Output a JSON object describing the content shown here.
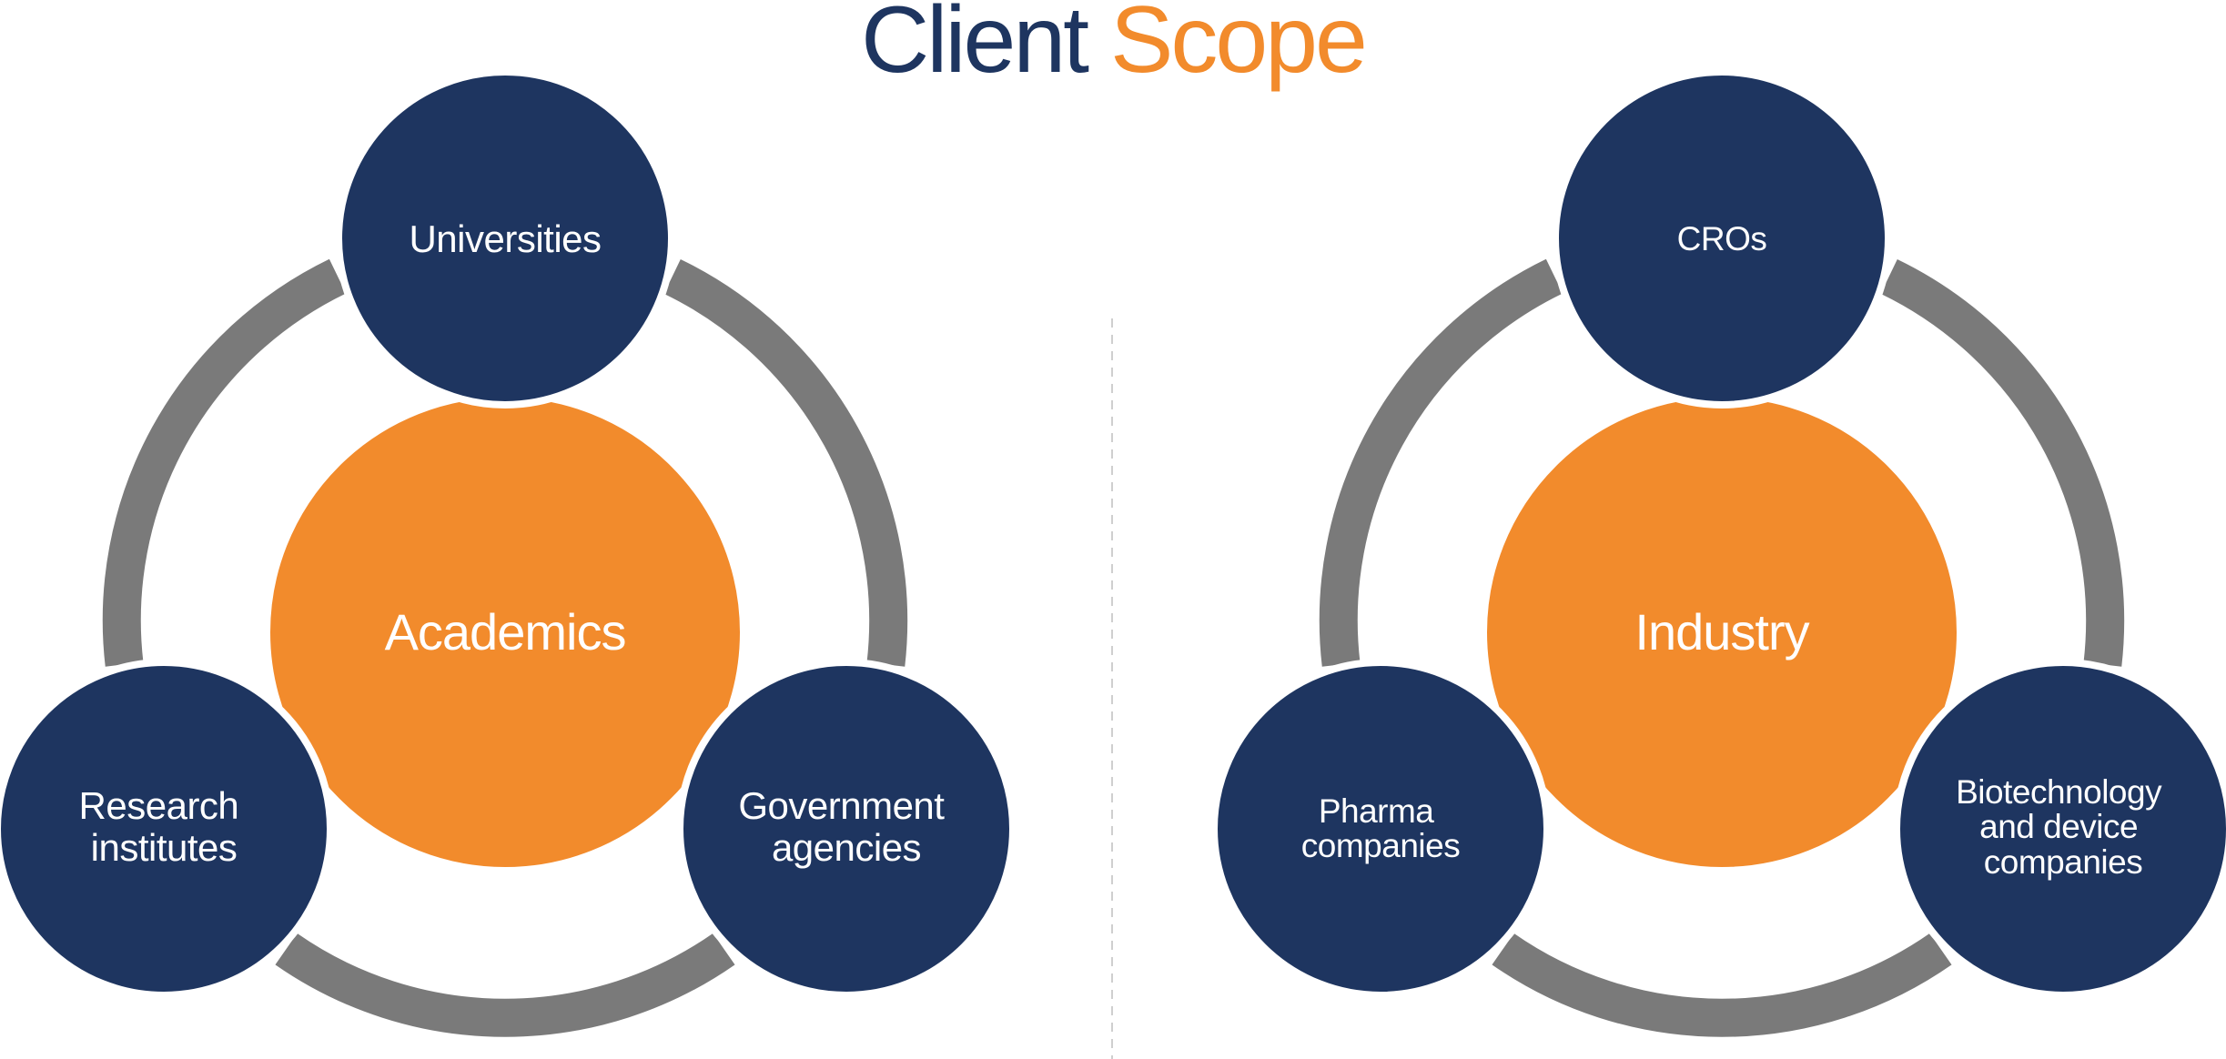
{
  "title": {
    "part1": "Client",
    "part2": "Scope"
  },
  "colors": {
    "navy": "#1e3560",
    "orange": "#f28b2c",
    "ring": "#7a7a7a",
    "divider": "#cfcfcf"
  },
  "clusters": [
    {
      "center": "Academics",
      "nodes": [
        {
          "lines": [
            "Universities"
          ]
        },
        {
          "lines": [
            "Research",
            "institutes"
          ]
        },
        {
          "lines": [
            "Government",
            "agencies"
          ]
        }
      ]
    },
    {
      "center": "Industry",
      "nodes": [
        {
          "lines": [
            "CROs"
          ]
        },
        {
          "lines": [
            "Pharma",
            "companies"
          ]
        },
        {
          "lines": [
            "Biotechnology",
            "and device",
            "companies"
          ]
        }
      ]
    }
  ]
}
